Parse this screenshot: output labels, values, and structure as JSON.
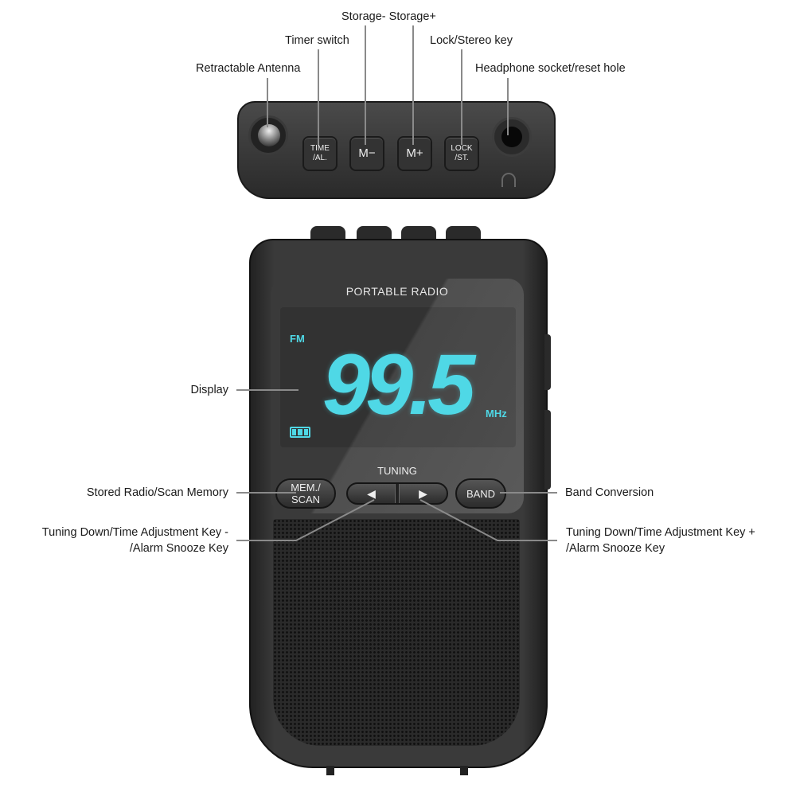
{
  "labels": {
    "retractable_antenna": "Retractable Antenna",
    "timer_switch": "Timer switch",
    "storage": "Storage- Storage+",
    "lock_stereo": "Lock/Stereo key",
    "headphone": "Headphone socket/reset hole",
    "display": "Display",
    "stored_radio": "Stored Radio/Scan Memory",
    "tuning_down_1": "Tuning Down/Time Adjustment Key -",
    "tuning_down_2": "/Alarm Snooze Key",
    "band_conversion": "Band Conversion",
    "tuning_up_1": "Tuning Down/Time Adjustment Key +",
    "tuning_up_2": "/Alarm Snooze Key"
  },
  "top_panel": {
    "time_1": "TIME",
    "time_2": "/AL.",
    "m_minus": "M−",
    "m_plus": "M+",
    "lock_1": "LOCK",
    "lock_2": "/ST."
  },
  "front": {
    "title": "PORTABLE RADIO",
    "band": "FM",
    "frequency": "99.5",
    "unit": "MHz",
    "tuning_label": "TUNING",
    "mem_1": "MEM./",
    "mem_2": "SCAN",
    "left_arrow": "◀",
    "right_arrow": "▶",
    "band_button": "BAND"
  },
  "colors": {
    "lcd": "#4fd8e6",
    "body": "#333333"
  }
}
